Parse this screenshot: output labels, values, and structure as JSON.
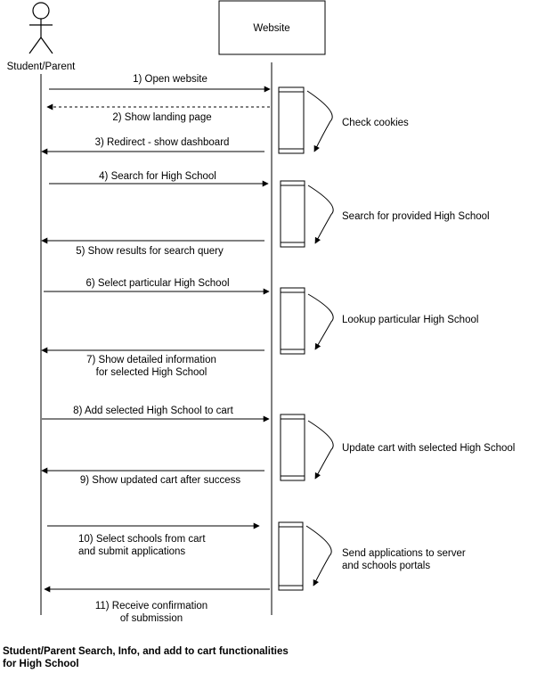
{
  "participants": {
    "actor": "Student/Parent",
    "system": "Website"
  },
  "messages": [
    {
      "label": "1) Open website",
      "from": "actor",
      "to": "system",
      "style": "solid"
    },
    {
      "label": "2) Show landing page",
      "from": "system",
      "to": "actor",
      "style": "dashed"
    },
    {
      "label": "3) Redirect - show dashboard",
      "from": "system",
      "to": "actor",
      "style": "solid"
    },
    {
      "label": "4) Search for High School",
      "from": "actor",
      "to": "system",
      "style": "solid"
    },
    {
      "label": "5) Show results for search query",
      "from": "system",
      "to": "actor",
      "style": "solid"
    },
    {
      "label": "6) Select particular High School",
      "from": "actor",
      "to": "system",
      "style": "solid"
    },
    {
      "label": [
        "7) Show detailed information",
        "for selected High School"
      ],
      "from": "system",
      "to": "actor",
      "style": "solid"
    },
    {
      "label": "8) Add selected High School to cart",
      "from": "actor",
      "to": "system",
      "style": "solid"
    },
    {
      "label": "9) Show updated cart after success",
      "from": "system",
      "to": "actor",
      "style": "solid"
    },
    {
      "label": [
        "10) Select schools from cart",
        "and submit applications"
      ],
      "from": "actor",
      "to": "system",
      "style": "solid"
    },
    {
      "label": [
        "11) Receive confirmation",
        "of submission"
      ],
      "from": "system",
      "to": "actor",
      "style": "solid"
    }
  ],
  "self_actions": [
    {
      "label": [
        "Check cookies"
      ]
    },
    {
      "label": [
        "Search for provided High School"
      ]
    },
    {
      "label": [
        "Lookup particular High School"
      ]
    },
    {
      "label": [
        "Update cart with selected High School"
      ]
    },
    {
      "label": [
        "Send applications to server",
        "and schools portals"
      ]
    }
  ],
  "caption": {
    "line1": "Student/Parent Search, Info, and add to cart functionalities",
    "line2": "for High School"
  }
}
